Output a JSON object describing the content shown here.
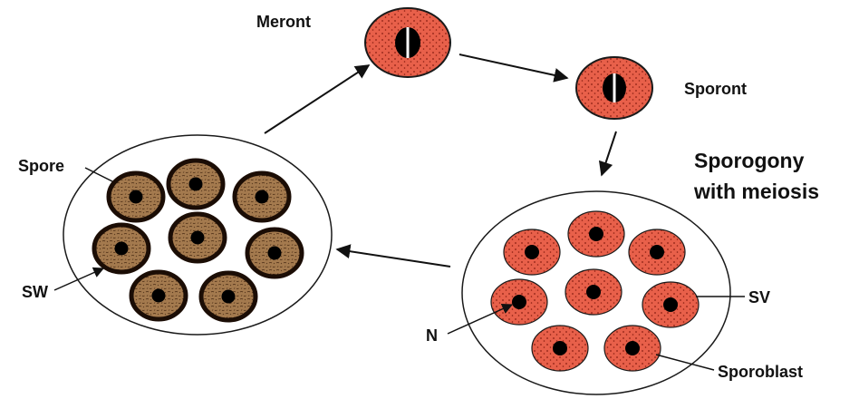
{
  "labels": {
    "meront": "Meront",
    "sporont": "Sporont",
    "sporogony_line1": "Sporogony",
    "sporogony_line2": "with meiosis",
    "sv": "SV",
    "n": "N",
    "sporoblast": "Sporoblast",
    "spore": "Spore",
    "sw": "SW"
  },
  "colors": {
    "red_cell": "#e8604a",
    "red_dots": "#8a1f12",
    "brown_cell": "#a47a4e",
    "brown_wall": "#1b0d05",
    "nucleus": "#000000",
    "outline": "#1a1a1a"
  }
}
